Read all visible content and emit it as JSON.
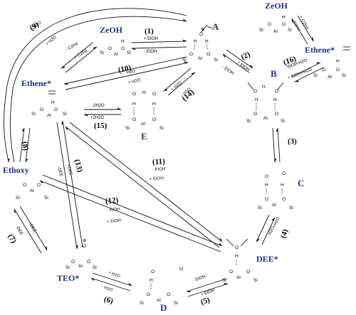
{
  "species": {
    "A": "A",
    "B": "B",
    "C": "C",
    "D": "D",
    "E": "E",
    "DEE": "DEE*",
    "TEO": "TEO*",
    "ethoxy": "Ethoxy",
    "ethene_left": "Ethene*",
    "ethene_right": "Ethene*",
    "zeoh_center": "ZeOH",
    "zeoh_right": "ZeOH"
  },
  "reactions": [
    {
      "id": "r1",
      "num": "(1)",
      "top": "+ EtOH",
      "bottom": "- EtOH"
    },
    {
      "id": "r2",
      "num": "(2)",
      "top": "+ EtOH",
      "bottom": "- EtOH"
    },
    {
      "id": "r3",
      "num": "(3)",
      "top": "",
      "bottom": ""
    },
    {
      "id": "r4",
      "num": "(4)",
      "top": "+H2O",
      "bottom": "-H2O"
    },
    {
      "id": "r5",
      "num": "(5)",
      "top": "- EtOH",
      "bottom": "+ EtOH"
    },
    {
      "id": "r6",
      "num": "(6)",
      "top": "+ H2O",
      "bottom": "- H2O"
    },
    {
      "id": "r7",
      "num": "(7)",
      "top": "+DEE",
      "bottom": "-DEE"
    },
    {
      "id": "r8",
      "num": "(8)",
      "top": "",
      "bottom": ""
    },
    {
      "id": "r9",
      "num": "(9)",
      "top": "- H2O",
      "bottom": "+ H2O"
    },
    {
      "id": "r10",
      "num": "(10)",
      "top": "- H2O",
      "bottom": "+ H2O"
    },
    {
      "id": "r11",
      "num": "(11)",
      "top": "- EtOH",
      "bottom": "+ EtOH"
    },
    {
      "id": "r12",
      "num": "(12)",
      "top": "- EtOH",
      "bottom": "+ EtOH"
    },
    {
      "id": "r13",
      "num": "(13)",
      "top": "+DEE",
      "bottom": "-DEE"
    },
    {
      "id": "r14",
      "num": "(14)",
      "top": "+ H2O",
      "bottom": "- H2O"
    },
    {
      "id": "r15",
      "num": "(15)",
      "top": "-2H2O",
      "bottom": "+2H2O"
    },
    {
      "id": "r16",
      "num": "(16)",
      "top": "- EtOH-H2O",
      "bottom": "+ EtOH+H2O"
    },
    {
      "id": "rC2H4_left",
      "num": "",
      "top": "- C2H4",
      "bottom": "+ C2H4"
    },
    {
      "id": "rC2H4_right",
      "num": "",
      "top": "+ C2H4",
      "bottom": "- C2H4"
    }
  ],
  "atoms": {
    "Si": "Si",
    "Al": "Al",
    "O": "O",
    "H": "H",
    "plus": "⊕",
    "minus": "⊖"
  }
}
